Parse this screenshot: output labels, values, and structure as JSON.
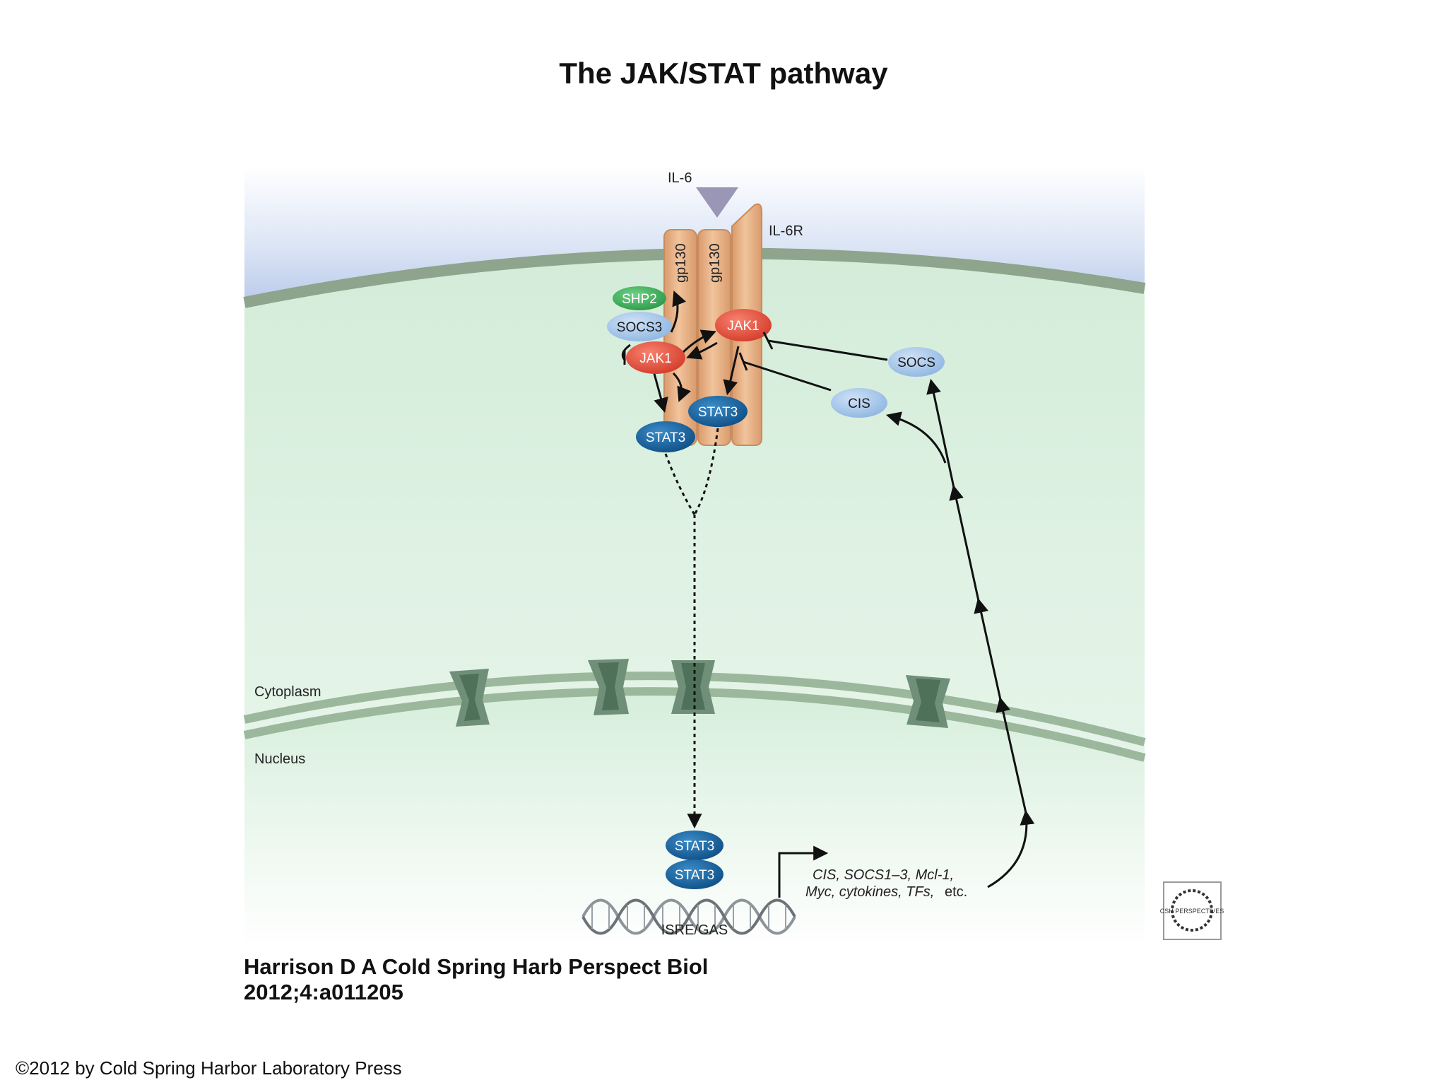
{
  "title": "The JAK/STAT pathway",
  "labels": {
    "ligand": "IL-6",
    "receptor": "IL-6R",
    "gp130_left": "gp130",
    "gp130_right": "gp130",
    "shp2": "SHP2",
    "socs3": "SOCS3",
    "jak1_left": "JAK1",
    "jak1_right": "JAK1",
    "stat3_left": "STAT3",
    "stat3_right": "STAT3",
    "socs": "SOCS",
    "cis": "CIS",
    "cytoplasm": "Cytoplasm",
    "nucleus": "Nucleus",
    "stat3_dimer_top": "STAT3",
    "stat3_dimer_bottom": "STAT3",
    "dna_site": "ISRE/GAS",
    "target_genes_line1": "CIS, SOCS1–3, Mcl-1,",
    "target_genes_line2": "Myc, cytokines, TFs,",
    "target_genes_etc": "etc.",
    "logo": "CSH PERSPECTIVES"
  },
  "citation": {
    "line1": "Harrison D A Cold Spring Harb Perspect Biol",
    "line2": "2012;4:a011205"
  },
  "copyright": "©2012 by Cold Spring Harbor Laboratory Press",
  "colors": {
    "cytoplasm": "#dcefe1",
    "membrane": "#8fa88f",
    "receptor": "#e9b48a",
    "jak": "#e5503d",
    "stat": "#1f6aa6",
    "socs": "#a9c8ea",
    "shp2": "#3fae58"
  }
}
